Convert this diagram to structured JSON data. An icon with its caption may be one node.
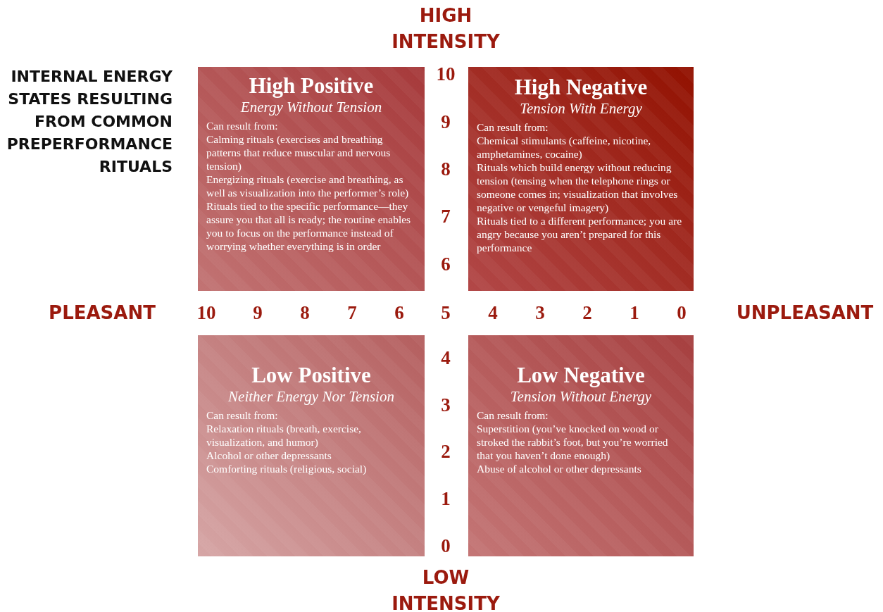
{
  "diagram": {
    "title": "INTERNAL ENERGY STATES RESULTING FROM COMMON PREPERFORMANCE RITUALS",
    "nodes": [
      {
        "text": [
          "High Positive",
          "Energy Without Tension",
          "Can result from:",
          "Calming rituals (exercises and breathing patterns that reduce muscular and nervous tension)",
          "Energizing rituals (exercise and breathing, as well as visualization into the performer’s role)",
          "Rituals tied to the specific performance—they assure you that all is ready; the routine enables you to focus on the performance instead of worrying whether everything is in order"
        ]
      },
      {
        "text": [
          "High Negative",
          "Tension With Energy",
          "Can result from:",
          "Chemical stimulants (caffeine, nicotine, amphetamines, cocaine)",
          "Rituals which build energy without reducing tension (tensing when the telephone rings or someone comes in; visualization that involves negative or vengeful imagery)",
          "Rituals tied to a different performance; you are angry because you aren’t prepared for this performance"
        ]
      },
      {
        "text": [
          "Low Positive",
          "Neither Energy Nor Tension",
          "Can result from:",
          "Relaxation rituals (breath, exercise, visualization, and humor)",
          "Alcohol or other depressants",
          "Comforting rituals (religious, social)"
        ]
      },
      {
        "text": [
          "Low Negative",
          "Tension Without Energy",
          "Can result from:",
          "Superstition (you’ve knocked on wood or stroked the rabbit’s foot, but you’re worried that you haven’t done enough)",
          "Abuse of alcohol or other depressants"
        ]
      }
    ],
    "labels": [
      "HIGH INTENSITY",
      "10",
      "9",
      "8",
      "7",
      "6",
      "PLEASANT",
      "10",
      "9",
      "8",
      "7",
      "6",
      "5",
      "4",
      "3",
      "2",
      "1",
      "0",
      "UNPLEASANT",
      "4",
      "3",
      "2",
      "1",
      "0",
      "LOW INTENSITY"
    ]
  }
}
